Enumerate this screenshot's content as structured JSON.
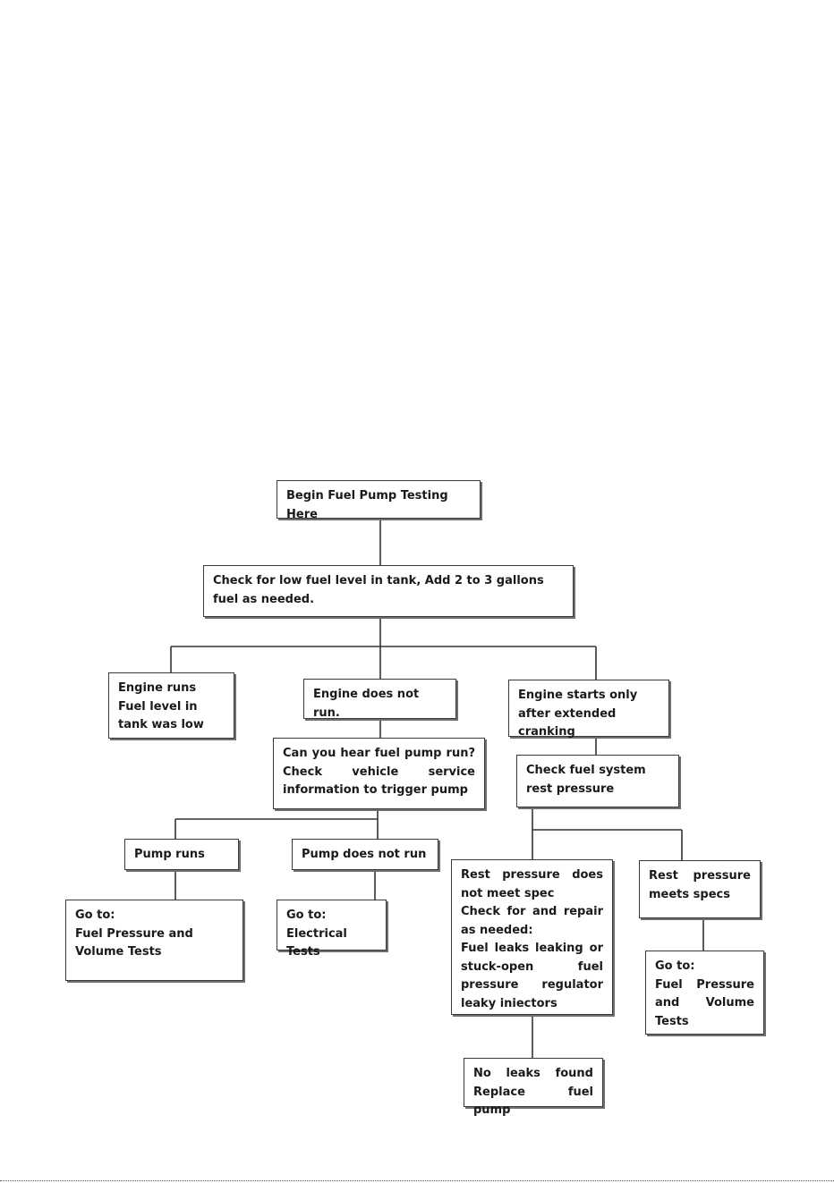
{
  "flowchart": {
    "nodes": {
      "begin": "Begin Fuel Pump Testing Here",
      "check_low_fuel": "Check for low fuel level in tank, Add 2 to 3 gallons fuel as needed.",
      "engine_runs": "Engine runs Fuel level in tank was low",
      "engine_not_run": "Engine does not run.",
      "engine_starts_after": "Engine starts only after extended cranking",
      "hear_pump": "Can you hear fuel pump run? Check vehicle service information to trigger pump",
      "check_rest_pressure": "Check fuel system rest pressure",
      "pump_runs": "Pump runs",
      "pump_not_run": "Pump does not run",
      "rest_not_meet": "Rest pressure does not meet spec\nCheck for and repair as needed:\nFuel leaks leaking or stuck-open fuel pressure regulator leaky iniectors",
      "rest_meets": "Rest pressure meets specs",
      "goto_fuel_pressure_left": "Go to:\nFuel Pressure and Volume Tests",
      "goto_electrical": "Go to:\nElectrical Tests",
      "goto_fuel_pressure_right": "Go to:\nFuel Pressure and Volume Tests",
      "no_leaks": "No leaks found Replace fuel pump"
    }
  }
}
